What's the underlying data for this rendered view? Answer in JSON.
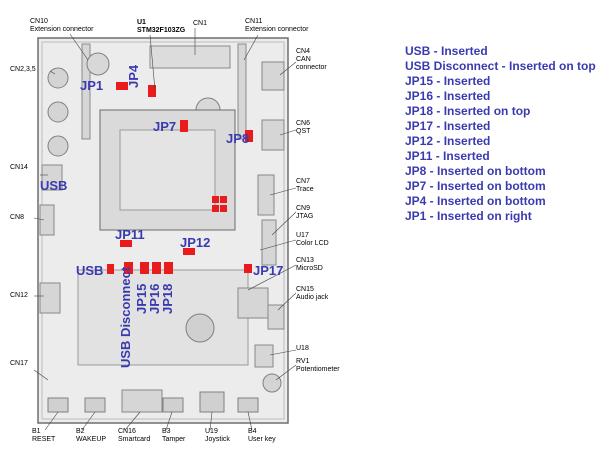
{
  "labels": {
    "cn10": {
      "name": "CN10",
      "desc": "Extension connector"
    },
    "u1": {
      "name": "U1",
      "desc": "STM32F103ZG"
    },
    "cn1": {
      "name": "CN1"
    },
    "cn11": {
      "name": "CN11",
      "desc": "Extension connector"
    },
    "cn4": {
      "name": "CN4",
      "desc1": "CAN",
      "desc2": "connector"
    },
    "cn235": {
      "name": "CN2,3,5"
    },
    "cn6": {
      "name": "CN6",
      "desc": "QST"
    },
    "cn14": {
      "name": "CN14"
    },
    "cn7": {
      "name": "CN7",
      "desc": "Trace"
    },
    "cn9": {
      "name": "CN9",
      "desc": "JTAG"
    },
    "cn8": {
      "name": "CN8"
    },
    "u17": {
      "name": "U17",
      "desc": "Color LCD"
    },
    "cn13": {
      "name": "CN13",
      "desc": "MicroSD"
    },
    "cn12": {
      "name": "CN12"
    },
    "cn15": {
      "name": "CN15",
      "desc": "Audio jack"
    },
    "u18": {
      "name": "U18"
    },
    "rv1": {
      "name": "RV1",
      "desc": "Potentiometer"
    },
    "cn17": {
      "name": "CN17"
    },
    "b1": {
      "name": "B1",
      "desc": "RESET"
    },
    "b2": {
      "name": "B2",
      "desc": "WAKEUP"
    },
    "cn16": {
      "name": "CN16",
      "desc": "Smartcard"
    },
    "b3": {
      "name": "B3",
      "desc": "Tamper"
    },
    "u19": {
      "name": "U19",
      "desc": "Joystick"
    },
    "b4": {
      "name": "B4",
      "desc": "User key"
    }
  },
  "jumpers": {
    "jp1": "JP1",
    "jp4": "JP4",
    "jp7": "JP7",
    "jp8": "JP8",
    "usb_side": "USB",
    "jp11": "JP11",
    "jp12": "JP12",
    "usb_bottom": "USB",
    "jp17": "JP17",
    "usb_disconnect": "USB Disconnect",
    "jp15": "JP15",
    "jp16": "JP16",
    "jp18": "JP18"
  },
  "legend": [
    "USB - Inserted",
    "USB Disconnect - Inserted on top",
    "JP15 - Inserted",
    "JP16 - Inserted",
    "JP18 - Inserted on top",
    "JP17 - Inserted",
    "JP12 - Inserted",
    "JP11 - Inserted",
    "JP8 - Inserted on bottom",
    "JP7 - Inserted on bottom",
    "JP4 - Inserted on bottom",
    "JP1 - Inserted on right"
  ],
  "colors": {
    "board": "#e9e9e9",
    "board_edge": "#7a7a7a",
    "jumper_red": "#e81c1c",
    "label_blue": "#3a3ab0"
  }
}
